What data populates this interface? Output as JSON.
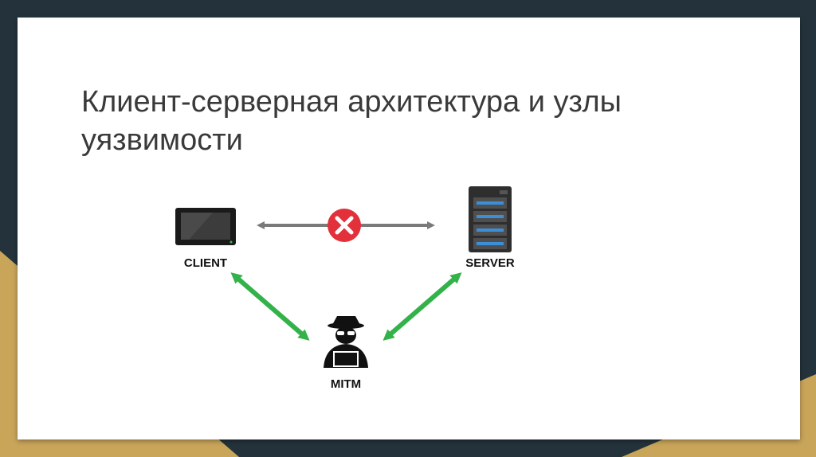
{
  "slide": {
    "title_line1": "Клиент-серверная архитектура и узлы",
    "title_line2": "уязвимости"
  },
  "diagram": {
    "client_label": "CLIENT",
    "server_label": "SERVER",
    "attacker_label": "MITM",
    "icons": [
      "monitor-icon",
      "server-icon",
      "blocked-x-icon",
      "hacker-icon"
    ],
    "colors": {
      "blocked_link": "#7a7a7a",
      "blocked_marker": "#e2313a",
      "intercept_link": "#33b24a",
      "server_slots": "#3b8fd9"
    }
  }
}
